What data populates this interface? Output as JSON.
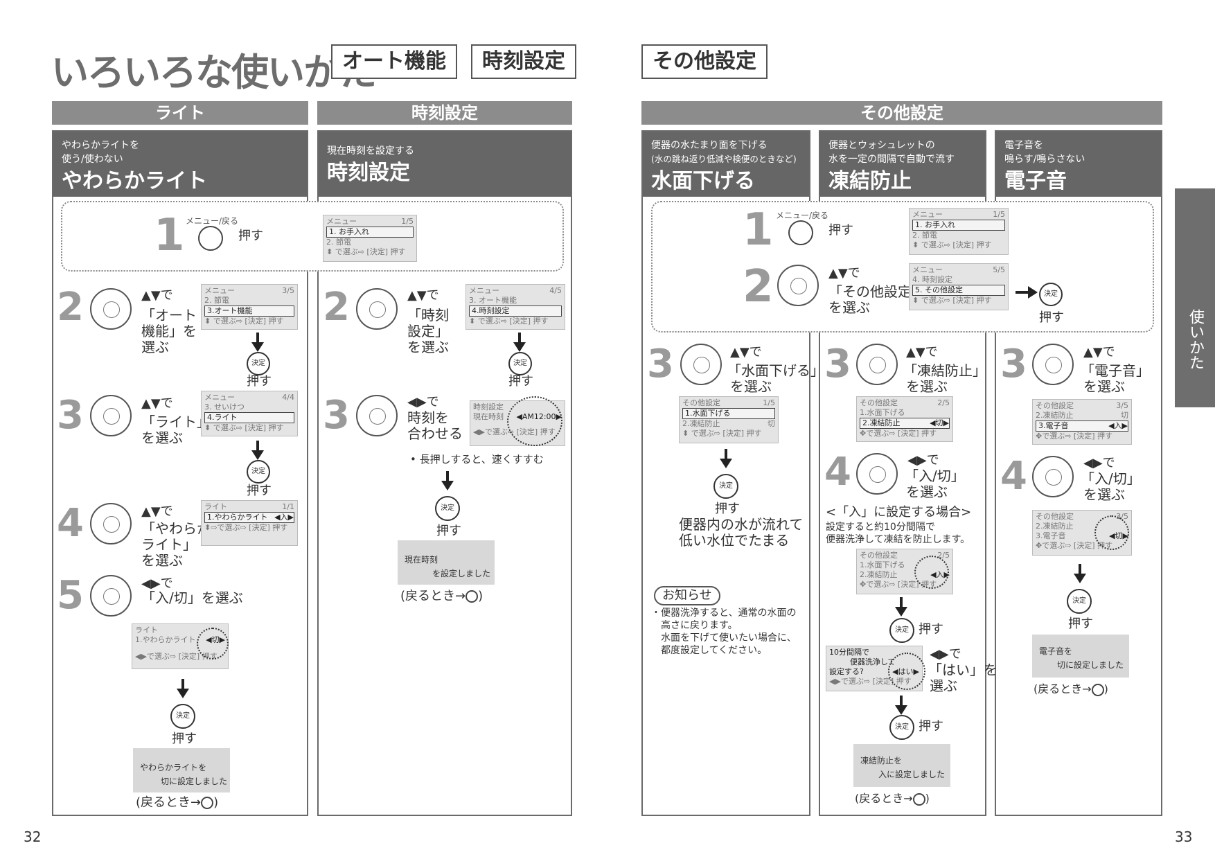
{
  "header": {
    "title": "いろいろな使いかた",
    "tags": [
      "オート機能",
      "時刻設定",
      "その他設定"
    ]
  },
  "sections": {
    "light": "ライト",
    "clock": "時刻設定",
    "other": "その他設定"
  },
  "side_tab": "使いかた",
  "page_left": "32",
  "page_right": "33",
  "common": {
    "press": "押す",
    "menu_back": "メニュー/戻る",
    "ketttei": "決定",
    "return": "(戻るとき→",
    "return_end": ")",
    "de": "で",
    "updown": "▲▼",
    "leftright": "◀▶"
  },
  "menu1": {
    "head": "メニュー",
    "page": "1/5",
    "row1": "1. お手入れ",
    "row2": "2. 節電",
    "foot": "⬍ で選ぶ⇨ [決定] 押す"
  },
  "light": {
    "sub1": "やわらかライトを",
    "sub2": "使う/使わない",
    "big": "やわらかライト",
    "s2a": "「オート",
    "s2b": "機能」を",
    "s2c": "選ぶ",
    "lcd2": {
      "head": "メニュー",
      "page": "3/5",
      "r1": "2. 節電",
      "r2": "3.オート機能",
      "foot": "⬍ で選ぶ⇨ [決定] 押す"
    },
    "s3a": "「ライト」",
    "s3b": "を選ぶ",
    "lcd3": {
      "head": "メニュー",
      "page": "4/4",
      "r1": "3. せいけつ",
      "r2": "4.ライト",
      "foot": "⬍ で選ぶ⇨ [決定] 押す"
    },
    "s4a": "「やわらか",
    "s4b": "ライト」",
    "s4c": "を選ぶ",
    "lcd4": {
      "head": "ライト",
      "page": "1/1",
      "r1": "1.やわらかライト",
      "r1v": "◀入▶",
      "foot": "⬍⇨で選ぶ⇨ [決定] 押す"
    },
    "s5a": "「入/切」を選ぶ",
    "lcd5": {
      "head": "ライト",
      "r1": "1.やわらかライト",
      "r1v": "◀切▶",
      "foot": "◀▶で選ぶ⇨ [決定] 押す"
    },
    "msg1": "やわらかライトを",
    "msg2": "切に設定しました"
  },
  "clock": {
    "sub1": "現在時刻を設定する",
    "big": "時刻設定",
    "s2a": "「時刻",
    "s2b": "設定」",
    "s2c": "を選ぶ",
    "lcd2": {
      "head": "メニュー",
      "page": "4/5",
      "r1": "3. オート機能",
      "r2": "4.時刻設定",
      "foot": "⬍ で選ぶ⇨ [決定] 押す"
    },
    "s3a": "時刻を",
    "s3b": "合わせる",
    "lcd3": {
      "head": "時刻設定",
      "r1": "現在時刻",
      "r1v": "◀AM12:00▶",
      "foot": "◀▶で選ぶ⇨ [決定] 押す"
    },
    "note": "• 長押しすると、速くすすむ",
    "msg1": "現在時刻",
    "msg2": "を設定しました"
  },
  "other": {
    "step2a": "「その他設定」",
    "step2b": "を選ぶ",
    "lcd2": {
      "head": "メニュー",
      "page": "5/5",
      "r1": "4. 時刻設定",
      "r2": "5. その他設定",
      "foot": "⬍ で選ぶ⇨ [決定] 押す"
    },
    "water": {
      "sub1": "便器の水たまり面を下げる",
      "sub2": "(水の跳ね返り低減や検便のときなど)",
      "big": "水面下げる",
      "s3a": "「水面下げる」",
      "s3b": "を選ぶ",
      "lcd": {
        "head": "その他設定",
        "page": "1/5",
        "r1": "1.水面下げる",
        "r2": "2.凍結防止",
        "r2v": "切",
        "foot": "⬍ で選ぶ⇨ [決定] 押す"
      },
      "res1": "便器内の水が流れて",
      "res2": "低い水位でたまる",
      "notice": "お知らせ",
      "n1": "・便器洗浄すると、通常の水面の",
      "n2": "高さに戻ります。",
      "n3": "水面を下げて使いたい場合に、",
      "n4": "都度設定してください。"
    },
    "freeze": {
      "sub1": "便器とウォシュレットの",
      "sub2": "水を一定の間隔で自動で流す",
      "big": "凍結防止",
      "s3a": "「凍結防止」",
      "s3b": "を選ぶ",
      "lcd3": {
        "head": "その他設定",
        "page": "2/5",
        "r1": "1.水面下げる",
        "r2": "2.凍結防止",
        "r2v": "◀切▶",
        "foot": "✥で選ぶ⇨ [決定] 押す"
      },
      "s4a": "「入/切」",
      "s4b": "を選ぶ",
      "case": "<「入」に設定する場合>",
      "c1": "設定すると約10分間隔で",
      "c2": "便器洗浄して凍結を防止します。",
      "lcd4": {
        "head": "その他設定",
        "page": "2/5",
        "r1": "1.水面下げる",
        "r2": "2.凍結防止",
        "r2v": "◀入▶",
        "foot": "✥で選ぶ⇨ [決定] 押す"
      },
      "q1": "10分間隔で",
      "q2": "便器洗浄して",
      "q3": "設定する?",
      "qv": "◀はい▶",
      "qf": "◀▶で選ぶ⇨ [決定] 押す",
      "s5a": "「はい」を",
      "s5b": "選ぶ",
      "msg1": "凍結防止を",
      "msg2": "入に設定しました"
    },
    "beep": {
      "sub1": "電子音を",
      "sub2": "鳴らす/鳴らさない",
      "big": "電子音",
      "s3a": "「電子音」",
      "s3b": "を選ぶ",
      "lcd3": {
        "head": "その他設定",
        "page": "3/5",
        "r1": "2.凍結防止",
        "r1v": "切",
        "r2": "3.電子音",
        "r2v": "◀入▶",
        "foot": "✥で選ぶ⇨ [決定] 押す"
      },
      "s4a": "「入/切」",
      "s4b": "を選ぶ",
      "lcd4": {
        "head": "その他設定",
        "page": "3/5",
        "r1": "2.凍結防止",
        "r2": "3.電子音",
        "r2v": "◀切▶",
        "foot": "✥で選ぶ⇨ [決定] 押す"
      },
      "msg1": "電子音を",
      "msg2": "切に設定しました"
    }
  }
}
